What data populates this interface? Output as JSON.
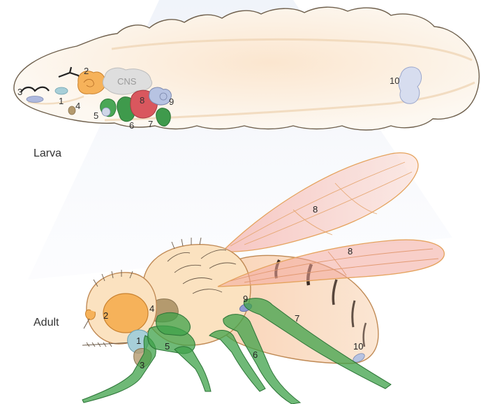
{
  "stages": {
    "larva": "Larva",
    "adult": "Adult"
  },
  "larva_labels": {
    "n1": "1",
    "n2": "2",
    "n3": "3",
    "n4": "4",
    "n5": "5",
    "n6": "6",
    "n7": "7",
    "n8": "8",
    "n9": "9",
    "n10": "10",
    "cns": "CNS"
  },
  "adult_labels": {
    "n1": "1",
    "n2": "2",
    "n3": "3",
    "n4": "4",
    "n5": "5",
    "n6": "6",
    "n7": "7",
    "n8_upper_wing": "8",
    "n8_lower_wing": "8",
    "n9": "9",
    "n10": "10"
  },
  "colors": {
    "larva_body": "#fbf3e8",
    "larva_outline": "#7a6a55",
    "fly_body": "#fbe2c0",
    "fly_outline": "#c08a55",
    "eye": "#f6b25a",
    "wing": "#f7c8bd",
    "wing_outline": "#e9a86a",
    "leg_green": "#3fa14a",
    "organ_blue": "#b7c3e2",
    "organ_red": "#d9575e",
    "organ_brown": "#b49a6e",
    "cns_gray": "#d9d9d9"
  }
}
